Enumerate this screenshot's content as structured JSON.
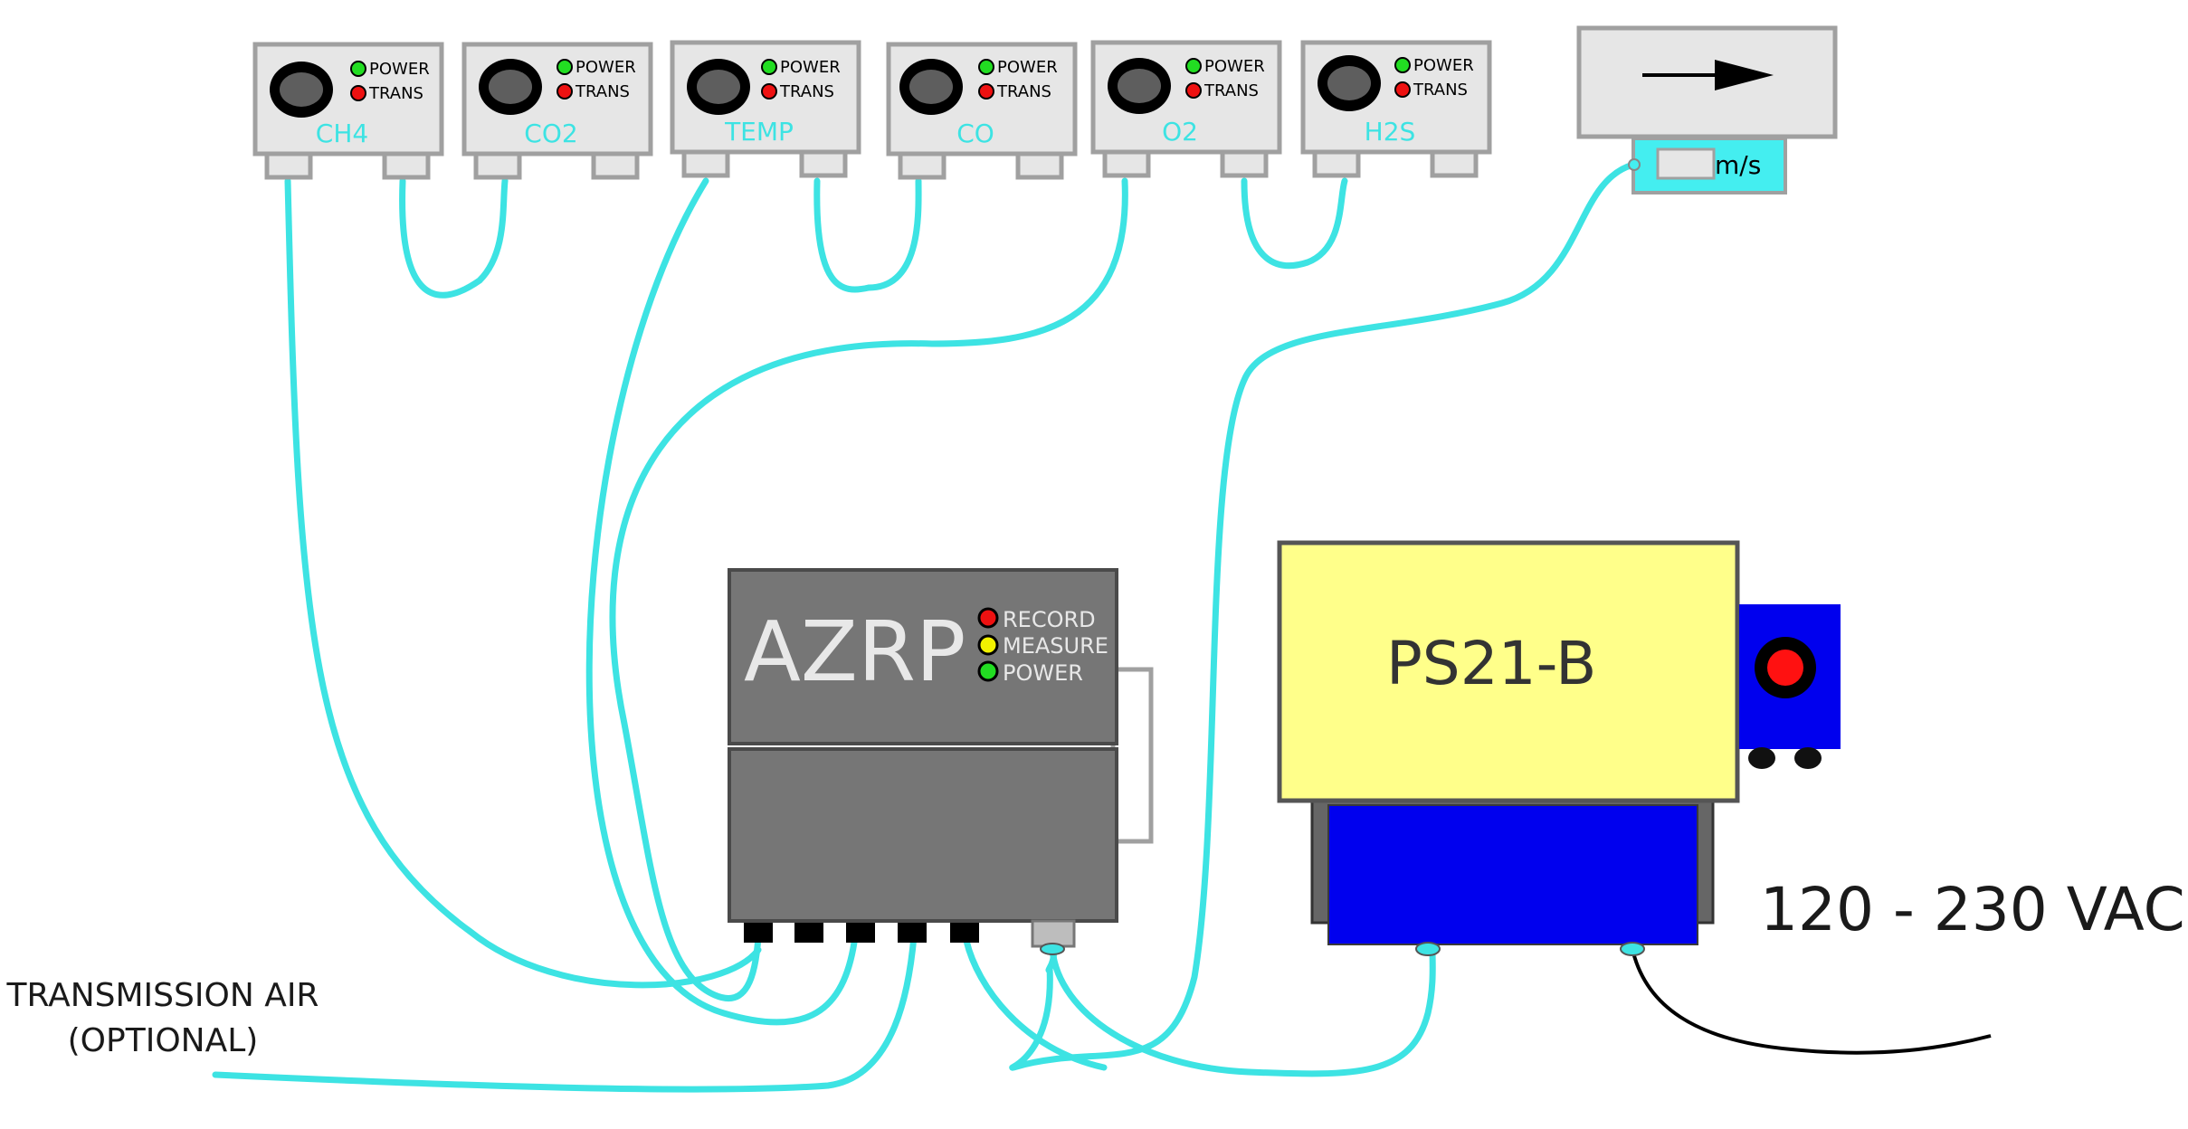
{
  "colors": {
    "cable": "#3de3e3",
    "sensor_body": "#e6e6e6",
    "sensor_border": "#a0a0a0",
    "sensor_label": "#3de3e3",
    "led_power": "#22dd22",
    "led_trans": "#ee1111",
    "logger_body": "#767676",
    "logger_text": "#e8e8e8",
    "led_record": "#ee1111",
    "led_measure": "#f2f200",
    "ps_yellow": "#ffff8a",
    "ps_blue": "#0000ee",
    "ps_knob": "#ff1111",
    "mains_wire": "#000000",
    "text_dark": "#1a1a1a",
    "flow_sensor_plate": "#44eef0"
  },
  "sensors": [
    {
      "label": "CH4",
      "power_label": "POWER",
      "trans_label": "TRANS"
    },
    {
      "label": "CO2",
      "power_label": "POWER",
      "trans_label": "TRANS"
    },
    {
      "label": "TEMP",
      "power_label": "POWER",
      "trans_label": "TRANS"
    },
    {
      "label": "CO",
      "power_label": "POWER",
      "trans_label": "TRANS"
    },
    {
      "label": "O2",
      "power_label": "POWER",
      "trans_label": "TRANS"
    },
    {
      "label": "H2S",
      "power_label": "POWER",
      "trans_label": "TRANS"
    }
  ],
  "air_velocity_sensor": {
    "arrow_icon": "right-arrow-icon",
    "unit_label": "m/s"
  },
  "logger": {
    "title": "AZRP",
    "leds": [
      {
        "label": "RECORD",
        "color_key": "led_record"
      },
      {
        "label": "MEASURE",
        "color_key": "led_measure"
      },
      {
        "label": "POWER",
        "color_key": "led_power"
      }
    ]
  },
  "power_supply": {
    "title": "PS21-B",
    "knob_icon": "power-knob-icon"
  },
  "mains_label": "120 - 230 VAC",
  "transmission_label_line1": "TRANSMISSION AIR",
  "transmission_label_line2": "(OPTIONAL)"
}
